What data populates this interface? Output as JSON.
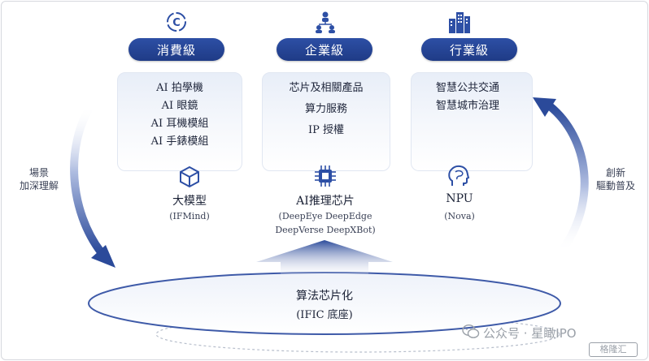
{
  "tiers": [
    {
      "label": "消費級",
      "items": [
        "AI 拍學機",
        "AI 眼鏡",
        "AI 耳機模組",
        "AI 手錶模組"
      ]
    },
    {
      "label": "企業級",
      "items": [
        "芯片及相關產品",
        "算力服務",
        "IP 授權"
      ]
    },
    {
      "label": "行業級",
      "items": [
        "智慧公共交通",
        "智慧城市治理"
      ]
    }
  ],
  "tech": [
    {
      "name": "大模型",
      "sub": "(IFMind)",
      "icon": "cube-icon"
    },
    {
      "name": "AI推理芯片",
      "sub1": "(DeepEye DeepEdge",
      "sub2": "DeepVerse DeepXBot)",
      "icon": "chip-icon"
    },
    {
      "name": "NPU",
      "sub": "(Nova)",
      "icon": "brain-head-icon"
    }
  ],
  "left_caption": [
    "場景",
    "加深理解"
  ],
  "right_caption": [
    "創新",
    "驅動普及"
  ],
  "base": {
    "line1": "算法芯片化",
    "line2": "(IFIC 底座)"
  },
  "watermark": {
    "text": "公众号 · 星瞰IPO",
    "logo": "格隆汇"
  },
  "colors": {
    "accent": "#1f3b86",
    "ring": "#3e5aa8",
    "arrow": "#2b4a9a"
  }
}
